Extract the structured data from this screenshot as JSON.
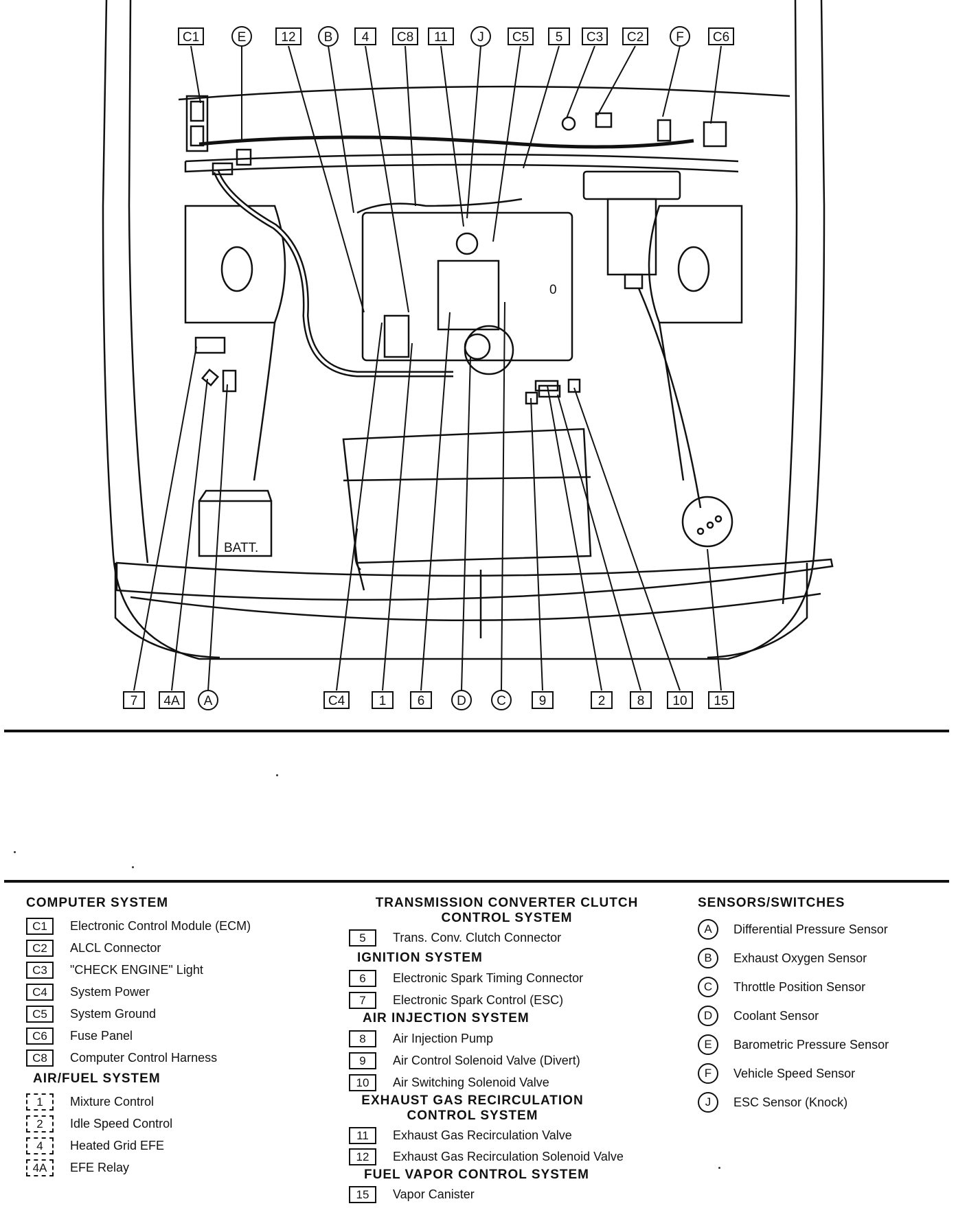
{
  "diagram": {
    "battery_label": "BATT.",
    "top_callouts": [
      "C1",
      "E",
      "12",
      "B",
      "4",
      "C8",
      "11",
      "J",
      "C5",
      "5",
      "C3",
      "C2",
      "F",
      "C6"
    ],
    "bottom_callouts": [
      "7",
      "4A",
      "A",
      "C4",
      "1",
      "6",
      "D",
      "C",
      "9",
      "2",
      "8",
      "10",
      "15"
    ]
  },
  "legend": {
    "computer": {
      "title": "COMPUTER SYSTEM",
      "items": [
        {
          "code": "C1",
          "label": "Electronic Control Module (ECM)"
        },
        {
          "code": "C2",
          "label": "ALCL Connector"
        },
        {
          "code": "C3",
          "label": "\"CHECK ENGINE\" Light"
        },
        {
          "code": "C4",
          "label": "System Power"
        },
        {
          "code": "C5",
          "label": "System Ground"
        },
        {
          "code": "C6",
          "label": "Fuse Panel"
        },
        {
          "code": "C8",
          "label": "Computer Control Harness"
        }
      ]
    },
    "airfuel": {
      "title": "AIR/FUEL SYSTEM",
      "items": [
        {
          "code": "1",
          "label": "Mixture Control"
        },
        {
          "code": "2",
          "label": "Idle Speed Control"
        },
        {
          "code": "4",
          "label": "Heated Grid EFE"
        },
        {
          "code": "4A",
          "label": "EFE Relay"
        }
      ]
    },
    "tcc": {
      "title_line1": "TRANSMISSION CONVERTER CLUTCH",
      "title_line2": "CONTROL SYSTEM",
      "items": [
        {
          "code": "5",
          "label": "Trans. Conv. Clutch Connector"
        }
      ]
    },
    "ignition": {
      "title": "IGNITION SYSTEM",
      "items": [
        {
          "code": "6",
          "label": "Electronic Spark Timing Connector"
        },
        {
          "code": "7",
          "label": "Electronic Spark Control (ESC)"
        }
      ]
    },
    "airinj": {
      "title": "AIR INJECTION SYSTEM",
      "items": [
        {
          "code": "8",
          "label": "Air Injection Pump"
        },
        {
          "code": "9",
          "label": "Air Control Solenoid Valve (Divert)"
        },
        {
          "code": "10",
          "label": "Air Switching Solenoid Valve"
        }
      ]
    },
    "egr": {
      "title_line1": "EXHAUST GAS RECIRCULATION",
      "title_line2": "CONTROL SYSTEM",
      "items": [
        {
          "code": "11",
          "label": "Exhaust Gas Recirculation Valve"
        },
        {
          "code": "12",
          "label": "Exhaust Gas Recirculation Solenoid Valve"
        }
      ]
    },
    "fuelvapor": {
      "title": "FUEL VAPOR CONTROL SYSTEM",
      "items": [
        {
          "code": "15",
          "label": "Vapor Canister"
        }
      ]
    },
    "sensors": {
      "title": "SENSORS/SWITCHES",
      "items": [
        {
          "code": "A",
          "label": "Differential Pressure Sensor"
        },
        {
          "code": "B",
          "label": "Exhaust Oxygen Sensor"
        },
        {
          "code": "C",
          "label": "Throttle Position Sensor"
        },
        {
          "code": "D",
          "label": "Coolant Sensor"
        },
        {
          "code": "E",
          "label": "Barometric Pressure Sensor"
        },
        {
          "code": "F",
          "label": "Vehicle Speed Sensor"
        },
        {
          "code": "J",
          "label": "ESC Sensor (Knock)"
        }
      ]
    }
  }
}
